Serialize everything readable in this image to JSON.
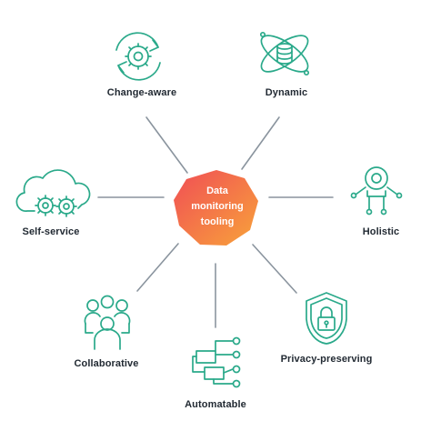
{
  "hub": {
    "lines": [
      "Data",
      "monitoring",
      "tooling"
    ],
    "gradient_colors": [
      "#f04e55",
      "#f8a33a"
    ]
  },
  "nodes": [
    {
      "label": "Change-aware",
      "icon": "cycle-gear-icon"
    },
    {
      "label": "Dynamic",
      "icon": "orbit-database-icon"
    },
    {
      "label": "Self-service",
      "icon": "cloud-gears-icon"
    },
    {
      "label": "Holistic",
      "icon": "hub-network-icon"
    },
    {
      "label": "Collaborative",
      "icon": "team-people-icon"
    },
    {
      "label": "Privacy-preserving",
      "icon": "shield-lock-icon"
    },
    {
      "label": "Automatable",
      "icon": "workflow-tree-icon"
    }
  ],
  "colors": {
    "icon_stroke": "#2aa98a",
    "connector": "#8a949e",
    "label_text": "#222a33"
  }
}
